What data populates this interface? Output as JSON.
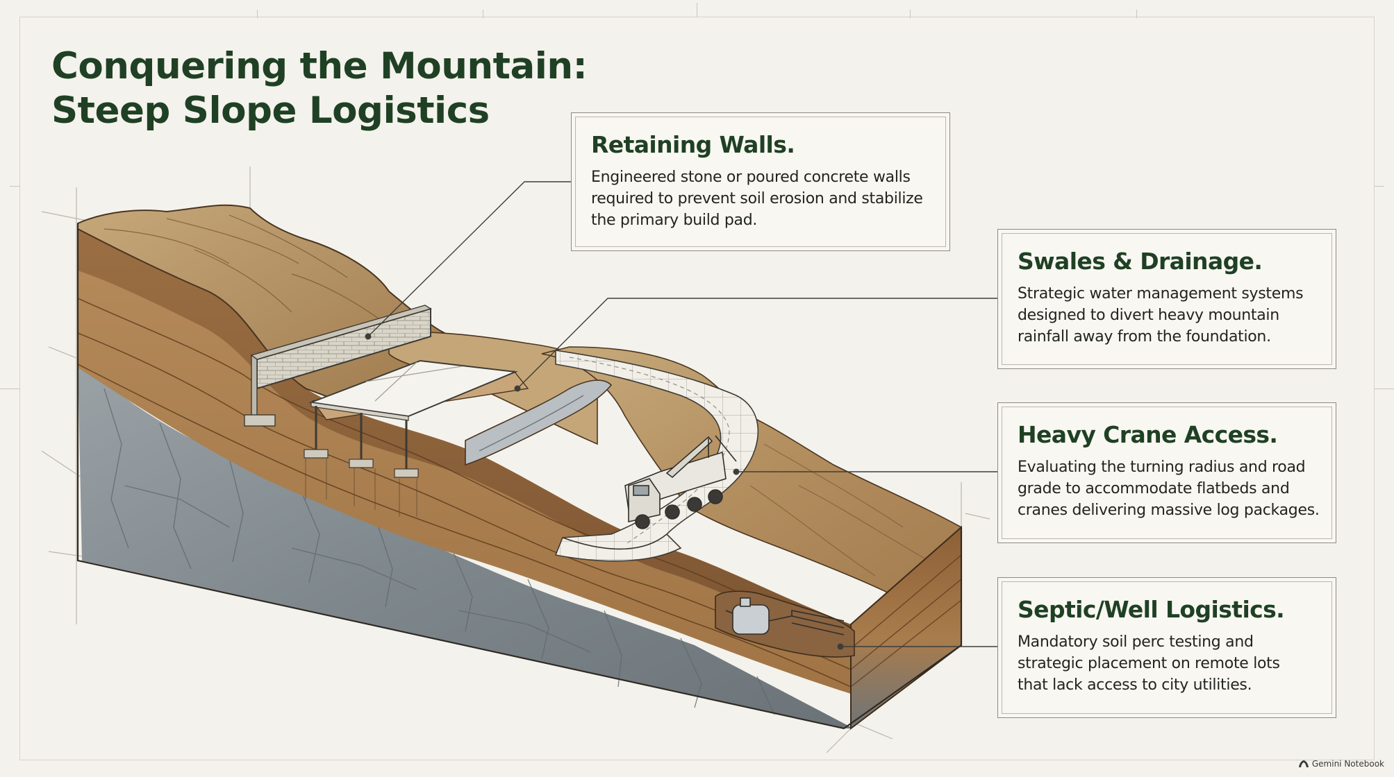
{
  "title": {
    "line1": "Conquering the Mountain:",
    "line2": "Steep Slope Logistics"
  },
  "callouts": [
    {
      "heading": "Retaining Walls.",
      "lines": [
        "Engineered stone or poured concrete walls",
        "required to prevent soil erosion and stabilize",
        "the primary build pad."
      ]
    },
    {
      "heading": "Swales & Drainage.",
      "lines": [
        "Strategic water management systems",
        "designed to divert heavy mountain",
        "rainfall away from the foundation."
      ]
    },
    {
      "heading": "Heavy Crane Access.",
      "lines": [
        "Evaluating the turning radius and road",
        "grade to accommodate flatbeds and",
        "cranes delivering massive log packages."
      ]
    },
    {
      "heading": "Septic/Well Logistics.",
      "lines": [
        "Mandatory soil perc testing and",
        "strategic placement on remote lots",
        "that lack access to city utilities."
      ]
    }
  ],
  "watermark": {
    "text": "Gemini Notebook",
    "icon": "gemini-spark-icon"
  },
  "colors": {
    "heading_green": "#1f4024",
    "soil_light": "#b99a6c",
    "soil_dark": "#7a5230",
    "rock": "#8c949a",
    "background": "#f4f2ec"
  }
}
